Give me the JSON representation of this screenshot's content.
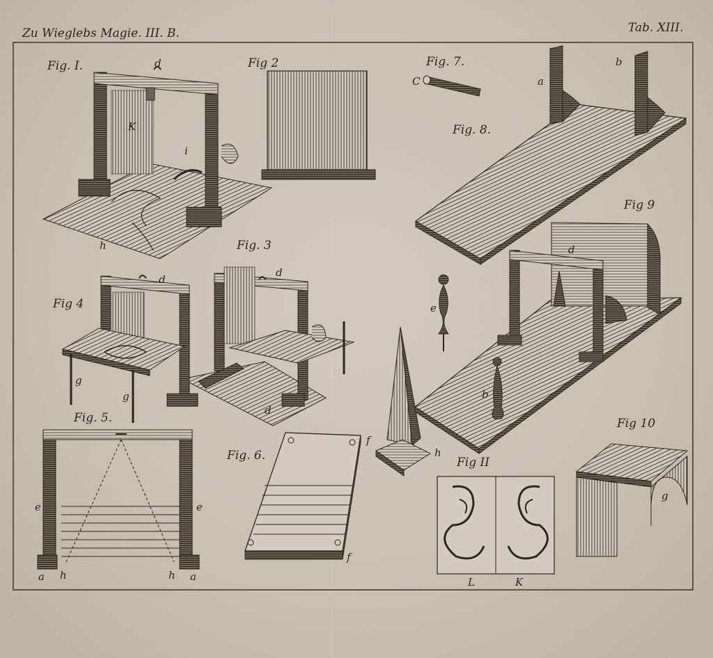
{
  "header": {
    "left": "Zu Wieglebs Magie. III. B.",
    "right": "Tab. XIII."
  },
  "figures": {
    "fig1": "Fig. I.",
    "fig2": "Fig 2",
    "fig3": "Fig. 3",
    "fig4": "Fig 4",
    "fig5": "Fig. 5.",
    "fig6": "Fig. 6.",
    "fig7": "Fig. 7.",
    "fig8": "Fig. 8.",
    "fig9": "Fig 9",
    "fig10": "Fig 10",
    "fig11": "Fig II"
  },
  "letters": {
    "a": "a",
    "b": "b",
    "c": "C",
    "d": "d",
    "e": "e",
    "f": "f",
    "g": "g",
    "h": "h",
    "i": "i",
    "K": "K",
    "L": "L"
  },
  "colors": {
    "paper": "#c9c0b2",
    "ink": "#2a2620"
  }
}
